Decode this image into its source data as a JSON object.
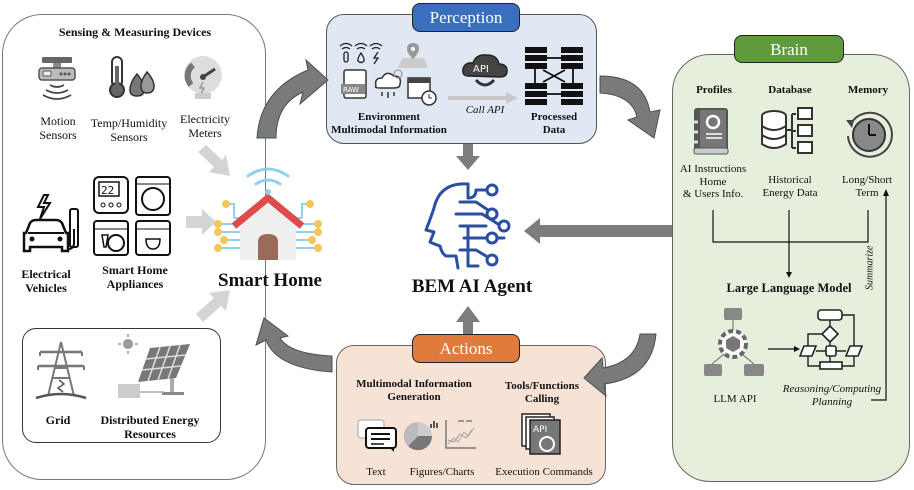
{
  "environment": {
    "sensing": {
      "title": "Sensing & Measuring Devices",
      "items": [
        {
          "label_lines": [
            "Motion",
            "Sensors"
          ],
          "icon": "motion-sensor-icon"
        },
        {
          "label_lines": [
            "Temp/Humidity",
            "Sensors"
          ],
          "icon": "thermometer-icon"
        },
        {
          "label_lines": [
            "Electricity",
            "Meters"
          ],
          "icon": "electricity-meter-icon"
        }
      ]
    },
    "ev": {
      "label_lines": [
        "Electrical",
        "Vehicles"
      ],
      "icon": "ev-charging-icon"
    },
    "appliances": {
      "label_lines": [
        "Smart Home",
        "Appliances"
      ],
      "icon": "appliances-icon"
    },
    "energy": {
      "grid": {
        "label": "Grid",
        "icon": "power-tower-icon"
      },
      "der": {
        "label_lines": [
          "Distributed Energy",
          "Resources"
        ],
        "icon": "solar-panel-icon"
      }
    },
    "smart_home": {
      "label": "Smart Home",
      "icon": "smart-home-icon"
    }
  },
  "perception": {
    "title": "Perception",
    "color": "#3a6fbf",
    "bg": "#dfe8f3",
    "env_label_lines": [
      "Environment",
      "Multimodal Information"
    ],
    "call_api": "Call API",
    "api_icon_text": "API",
    "raw_icon_text": "RAW",
    "processed_lines": [
      "Processed",
      "Data"
    ]
  },
  "agent": {
    "label": "BEM AI Agent",
    "icon": "ai-head-icon",
    "color": "#2b4fa0"
  },
  "brain": {
    "title": "Brain",
    "color": "#5f9a3c",
    "bg": "#e6efdc",
    "profiles": {
      "title": "Profiles",
      "lines": [
        "AI Instructions",
        "Home",
        "& Users Info."
      ]
    },
    "database": {
      "title": "Database",
      "lines": [
        "Historical",
        "Energy Data"
      ]
    },
    "memory": {
      "title": "Memory",
      "lines": [
        "Long/Short",
        "Term"
      ]
    },
    "llm": {
      "title": "Large Language Model",
      "api_label": "LLM API",
      "reasoning_lines": [
        "Reasoning/Computing",
        "Planning"
      ],
      "summarize": "Summarize"
    }
  },
  "actions": {
    "title": "Actions",
    "color": "#e07b3c",
    "bg": "#f7e3d6",
    "generation_lines": [
      "Multimodal Information",
      "Generation"
    ],
    "tools_lines": [
      "Tools/Functions",
      "Calling"
    ],
    "text_label": "Text",
    "figures_label": "Figures/Charts",
    "exec_label": "Execution Commands",
    "api_icon_text": "API"
  }
}
